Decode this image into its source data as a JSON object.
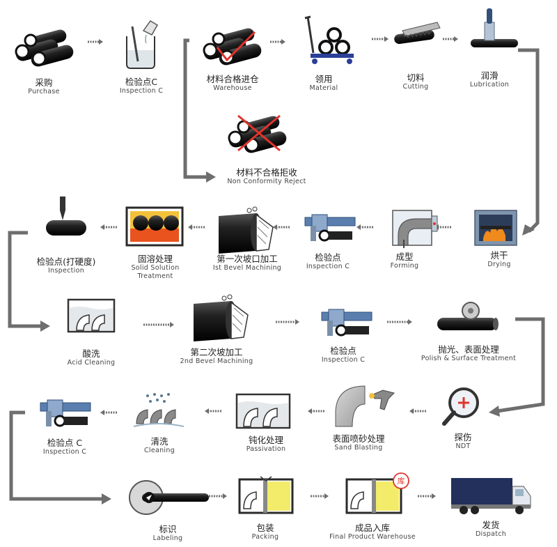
{
  "steps": [
    {
      "id": "purchase",
      "cn": "采购",
      "en": "Purchase",
      "icon": "pipe-bundle-icon"
    },
    {
      "id": "inspection-c-1",
      "cn": "检验点C",
      "en": "Inspection C",
      "icon": "beaker-icon"
    },
    {
      "id": "warehouse",
      "cn": "材料合格进仓",
      "en": "Warehouse",
      "icon": "pipe-bundle-check-icon"
    },
    {
      "id": "material",
      "cn": "领用",
      "en": "Material",
      "icon": "pipe-cart-icon"
    },
    {
      "id": "cutting",
      "cn": "切料",
      "en": "Cutting",
      "icon": "saw-icon"
    },
    {
      "id": "lubrication",
      "cn": "润滑",
      "en": "Lubrication",
      "icon": "brush-icon"
    },
    {
      "id": "reject",
      "cn": "材料不合格拒收",
      "en": "Non Conformity Reject",
      "icon": "pipe-bundle-cross-icon"
    },
    {
      "id": "drying",
      "cn": "烘干",
      "en": "Drying",
      "icon": "oven-icon"
    },
    {
      "id": "forming",
      "cn": "成型",
      "en": "Forming",
      "icon": "elbow-die-icon"
    },
    {
      "id": "inspection-c-2",
      "cn": "检验点",
      "en": "Inspection C",
      "icon": "caliper-icon"
    },
    {
      "id": "bevel-1",
      "cn": "第一次坡口加工",
      "en": "Ist Bevel Machining",
      "icon": "bevel-pipe-icon"
    },
    {
      "id": "solid-solution",
      "cn": "固溶处理",
      "en": "Solid Solution",
      "en2": "Treatment",
      "icon": "furnace-icon"
    },
    {
      "id": "hardness",
      "cn": "检验点(打硬度)",
      "en": "Inspection",
      "icon": "hardness-probe-icon"
    },
    {
      "id": "acid",
      "cn": "酸洗",
      "en": "Acid Cleaning",
      "icon": "acid-tank-icon"
    },
    {
      "id": "bevel-2",
      "cn": "第二次坡加工",
      "en": "2nd Bevel Machining",
      "icon": "bevel-pipe-icon"
    },
    {
      "id": "inspection-c-3",
      "cn": "检验点",
      "en": "Inspection C",
      "icon": "caliper-icon"
    },
    {
      "id": "polish",
      "cn": "抛光、表面处理",
      "en": "Polish & Surface Treatment",
      "icon": "polish-roller-icon"
    },
    {
      "id": "ndt",
      "cn": "探伤",
      "en": "NDT",
      "icon": "magnifier-icon"
    },
    {
      "id": "sand",
      "cn": "表面喷砂处理",
      "en": "Sand Blasting",
      "icon": "spray-gun-icon"
    },
    {
      "id": "passivation",
      "cn": "钝化处理",
      "en": "Passivation",
      "icon": "passivation-tank-icon"
    },
    {
      "id": "cleaning",
      "cn": "清洗",
      "en": "Cleaning",
      "icon": "water-spray-icon"
    },
    {
      "id": "inspection-c-4",
      "cn": "检验点 C",
      "en": "Inspection C",
      "icon": "caliper-icon"
    },
    {
      "id": "labeling",
      "cn": "标识",
      "en": "Labeling",
      "icon": "label-rod-icon"
    },
    {
      "id": "packing",
      "cn": "包装",
      "en": "Packing",
      "icon": "package-box-icon"
    },
    {
      "id": "final-warehouse",
      "cn": "成品入库",
      "en": "Final Product Warehouse",
      "icon": "warehouse-box-icon"
    },
    {
      "id": "dispatch",
      "cn": "发货",
      "en": "Dispatch",
      "icon": "truck-icon"
    }
  ],
  "stamp_text": "库",
  "colors": {
    "flow_line": "#6e6e6e",
    "pipe_dark": "#1e1e1e",
    "reject_cross": "#e0342c",
    "check_mark": "#e0342c",
    "cart_blue": "#2b3f9a",
    "fire_orange": "#f08a1c",
    "packing_yellow": "#f3ec6a",
    "truck_navy": "#23305c",
    "ndt_red": "#e0342c",
    "box_frame": "#2a2a2a"
  }
}
